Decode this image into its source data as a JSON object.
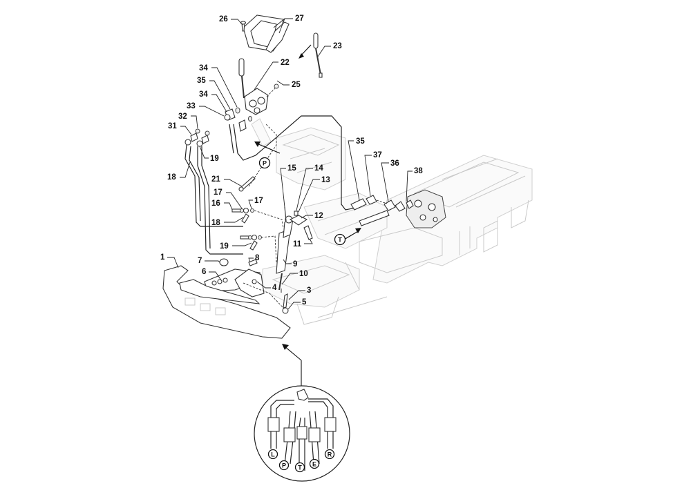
{
  "diagram": {
    "title": "Hydraulic control valve and lift cylinder assembly - exploded parts view",
    "callouts": [
      {
        "id": "c1",
        "label": "1"
      },
      {
        "id": "c3",
        "label": "3"
      },
      {
        "id": "c4",
        "label": "4"
      },
      {
        "id": "c5",
        "label": "5"
      },
      {
        "id": "c6",
        "label": "6"
      },
      {
        "id": "c7",
        "label": "7"
      },
      {
        "id": "c8",
        "label": "8"
      },
      {
        "id": "c9",
        "label": "9"
      },
      {
        "id": "c10",
        "label": "10"
      },
      {
        "id": "c11",
        "label": "11"
      },
      {
        "id": "c12",
        "label": "12"
      },
      {
        "id": "c13",
        "label": "13"
      },
      {
        "id": "c14",
        "label": "14"
      },
      {
        "id": "c15",
        "label": "15"
      },
      {
        "id": "c16",
        "label": "16"
      },
      {
        "id": "c17a",
        "label": "17"
      },
      {
        "id": "c17b",
        "label": "17"
      },
      {
        "id": "c18a",
        "label": "18"
      },
      {
        "id": "c18b",
        "label": "18"
      },
      {
        "id": "c19a",
        "label": "19"
      },
      {
        "id": "c19b",
        "label": "19"
      },
      {
        "id": "c21",
        "label": "21"
      },
      {
        "id": "c22",
        "label": "22"
      },
      {
        "id": "c23",
        "label": "23"
      },
      {
        "id": "c25",
        "label": "25"
      },
      {
        "id": "c26",
        "label": "26"
      },
      {
        "id": "c27",
        "label": "27"
      },
      {
        "id": "c31",
        "label": "31"
      },
      {
        "id": "c32",
        "label": "32"
      },
      {
        "id": "c33",
        "label": "33"
      },
      {
        "id": "c34a",
        "label": "34"
      },
      {
        "id": "c34b",
        "label": "34"
      },
      {
        "id": "c35a",
        "label": "35"
      },
      {
        "id": "c35b",
        "label": "35"
      },
      {
        "id": "c36",
        "label": "36"
      },
      {
        "id": "c37",
        "label": "37"
      },
      {
        "id": "c38",
        "label": "38"
      }
    ],
    "port_markers": {
      "pressure": "P",
      "tank": "T"
    },
    "detail_inset": {
      "ports": [
        "L",
        "P",
        "T",
        "E",
        "R"
      ]
    }
  }
}
